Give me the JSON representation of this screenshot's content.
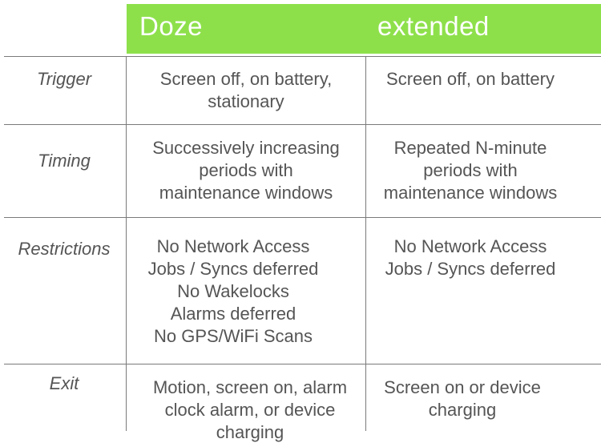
{
  "columns": [
    "Doze",
    "extended"
  ],
  "rows": [
    {
      "label": "Trigger",
      "doze": [
        "Screen off, on battery,",
        "stationary"
      ],
      "extended": [
        "Screen off, on battery"
      ]
    },
    {
      "label": "Timing",
      "doze": [
        "Successively increasing",
        "periods with",
        "maintenance windows"
      ],
      "extended": [
        "Repeated N-minute",
        "periods with",
        "maintenance windows"
      ]
    },
    {
      "label": "Restrictions",
      "doze": [
        "No Network Access",
        "Jobs / Syncs deferred",
        "No Wakelocks",
        "Alarms deferred",
        "No GPS/WiFi Scans"
      ],
      "extended": [
        "No Network Access",
        "Jobs / Syncs deferred"
      ]
    },
    {
      "label": "Exit",
      "doze": [
        "Motion, screen on, alarm",
        "clock alarm, or device",
        "charging"
      ],
      "extended": [
        "Screen on or device",
        "charging"
      ]
    }
  ],
  "colors": {
    "header_bg": "#8ee04b",
    "header_text": "#ffffff",
    "grid": "#7a7a7a"
  }
}
